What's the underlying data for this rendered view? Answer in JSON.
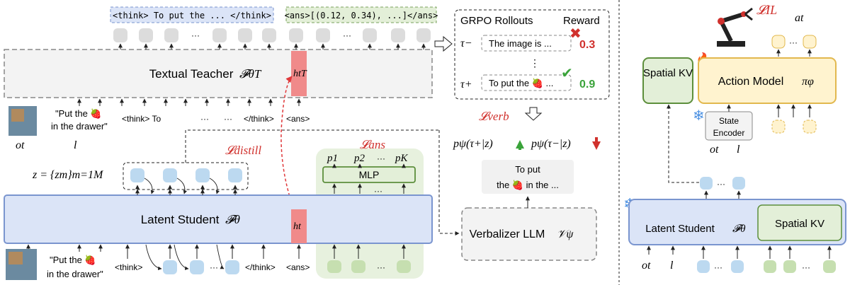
{
  "tags": {
    "think": "<think> To put the ... </think>",
    "ans": "<ans>[(0.12, 0.34), ...]</ans>"
  },
  "teacher": {
    "label": "Textual Teacher",
    "symbol": "𝓕θT",
    "hidden": "htT"
  },
  "teacher_inputs": {
    "o": "ot",
    "l": "l",
    "instruction_line1": "\"Put the 🍓",
    "instruction_line2": "in the drawer\"",
    "think_to": "<think> To",
    "dots1": "···",
    "dots2": "···",
    "end_think": "</think>",
    "ans": "<ans>"
  },
  "grpo": {
    "title": "GRPO Rollouts",
    "reward": "Reward",
    "tau_minus": "τ−",
    "tau_plus": "τ+",
    "neg_text": "The image is ...",
    "pos_text": "To put the 🍓 ...",
    "neg_reward": "0.3",
    "pos_reward": "0.9",
    "vdots": "⋮"
  },
  "losses": {
    "verb": "𝓛verb",
    "distill": "𝓛distill",
    "ans": "𝓛ans",
    "il": "𝓛IL"
  },
  "probs": {
    "pos": "pψ(τ+|z)",
    "neg": "pψ(τ−|z)"
  },
  "z_def": "z = {zm}m=1M",
  "mlp": {
    "label": "MLP",
    "p1": "p1",
    "p2": "p2",
    "pk": "pK",
    "dots": "···"
  },
  "student": {
    "label": "Latent Student",
    "symbol": "𝓕θ",
    "hidden": "ht"
  },
  "student_inputs": {
    "instruction_line1": "\"Put the 🍓",
    "instruction_line2": "in the drawer\"",
    "think": "<think>",
    "end_think": "</think>",
    "ans": "<ans>",
    "dots": "···"
  },
  "verbalizer": {
    "label": "Verbalizer LLM",
    "symbol": "𝒱ψ",
    "out1": "To put",
    "out2": "the 🍓 in the ..."
  },
  "right_panel": {
    "spatial_kv_top": "Spatial KV",
    "action_model": "Action Model",
    "action_symbol": "πφ",
    "state_encoder_1": "State",
    "state_encoder_2": "Encoder",
    "o": "ot",
    "l": "l",
    "a": "at",
    "dots": "···",
    "student_label": "Latent Student",
    "student_symbol": "𝓕θ",
    "spatial_kv": "Spatial KV"
  },
  "colors": {
    "blue_box": "#dbe4f7",
    "blue_stroke": "#7a95cf",
    "green_box": "#e3efd8",
    "green_stroke": "#7aa05c",
    "yellow_box": "#fff3cf",
    "yellow_stroke": "#e2b84e",
    "red": "#e0393b",
    "pink": "#f08a8a",
    "gray_box": "#f3f3f3",
    "gray_stroke": "#999999"
  }
}
